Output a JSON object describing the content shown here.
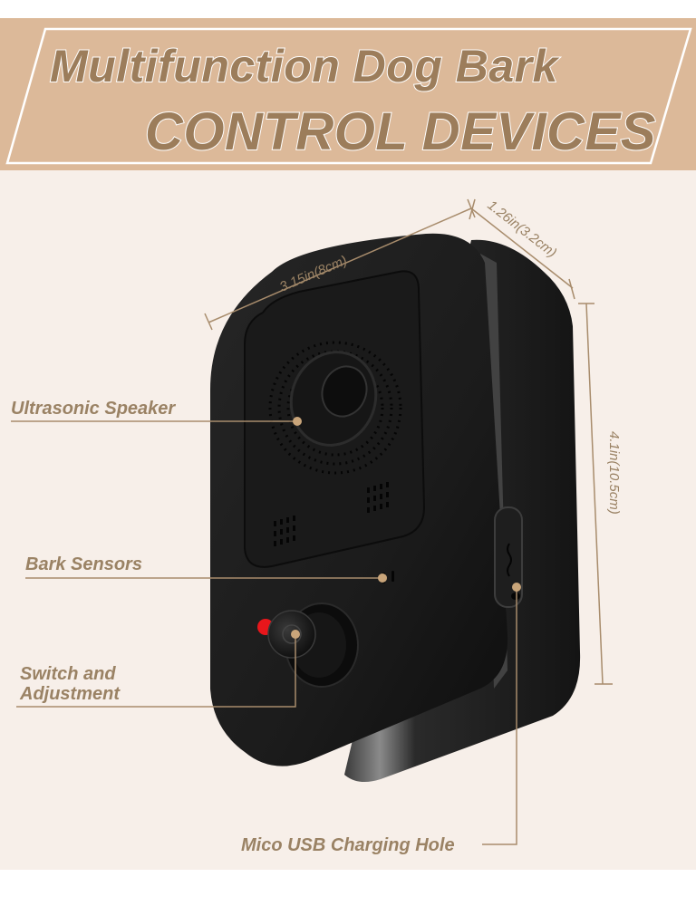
{
  "banner": {
    "title_line1": "Multifunction Dog Bark",
    "title_line2": "CONTROL DEVICES",
    "background_color": "#dcb999",
    "text_color": "#9c7d5b",
    "outline_color": "#ffffff"
  },
  "dimensions": {
    "width": "3.15in(8cm)",
    "depth": "1.26in(3.2cm)",
    "height": "4.1in(10.5cm)"
  },
  "callouts": {
    "speaker": "Ultrasonic Speaker",
    "sensors": "Bark Sensors",
    "switch_line1": "Switch and",
    "switch_line2": "Adjustment",
    "usb": "Mico USB Charging Hole"
  },
  "colors": {
    "stage_background": "#f7efe9",
    "accent_tan": "#a88c6c",
    "device_black": "#1c1c1c",
    "led_red": "#e8161b"
  }
}
